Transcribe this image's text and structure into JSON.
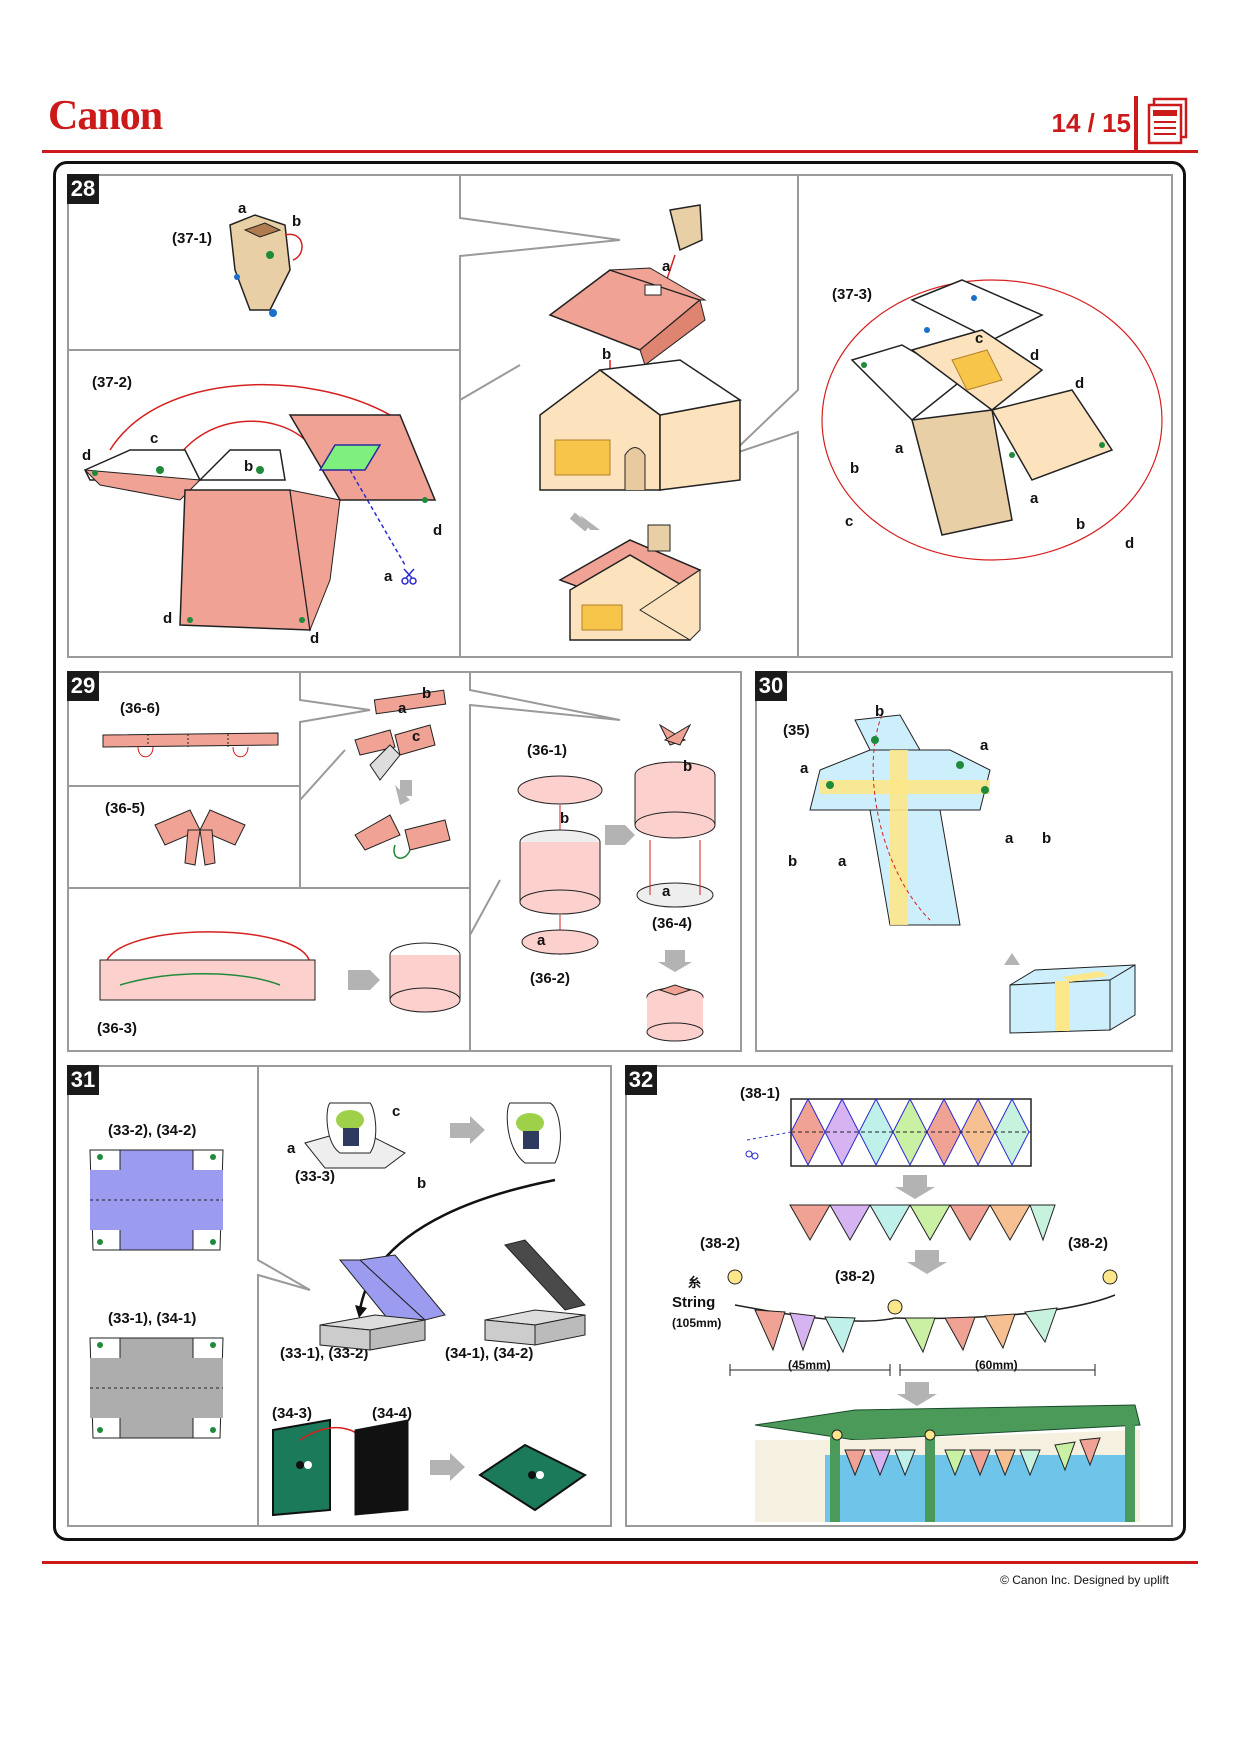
{
  "header": {
    "logo": "Canon",
    "page": "14 / 15"
  },
  "footer": {
    "copyright": "© Canon Inc. Designed by uplift"
  },
  "steps": {
    "s28": {
      "num": "28",
      "l37_1": "(37-1)",
      "l37_2": "(37-2)",
      "l37_3": "(37-3)"
    },
    "s29": {
      "num": "29",
      "l36_6": "(36-6)",
      "l36_5": "(36-5)",
      "l36_3": "(36-3)",
      "l36_1": "(36-1)",
      "l36_2": "(36-2)",
      "l36_4": "(36-4)"
    },
    "s30": {
      "num": "30",
      "l35": "(35)"
    },
    "s31": {
      "num": "31",
      "l33_2_34_2": "(33-2), (34-2)",
      "l33_1_34_1": "(33-1), (34-1)",
      "l33_3": "(33-3)",
      "l33_1_33_2": "(33-1), (33-2)",
      "l34_1_34_2": "(34-1), (34-2)",
      "l34_3": "(34-3)",
      "l34_4": "(34-4)"
    },
    "s32": {
      "num": "32",
      "l38_1": "(38-1)",
      "l38_2": "(38-2)",
      "string": "String",
      "string_len": "(105mm)",
      "m45": "(45mm)",
      "m60": "(60mm)",
      "string_icon": "糸"
    }
  },
  "letters": {
    "a": "a",
    "b": "b",
    "c": "c",
    "d": "d"
  },
  "colors": {
    "brand": "#cc1a1a",
    "roof": "#f0a294",
    "wall": "#fde3bd",
    "window": "#f7c54a",
    "gift": "#cdeefb",
    "ribbon": "#fde78a",
    "box_blue": "#9b9bf0",
    "box_gray": "#adadad",
    "green_dot": "#1f8a3a",
    "arrow_gray": "#b3b3b3"
  }
}
